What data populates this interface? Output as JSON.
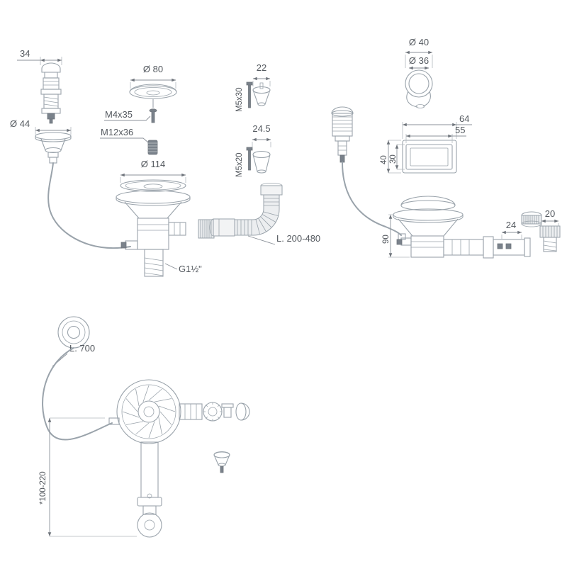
{
  "diagram": {
    "description": "Exploded technical drawing of kitchen sink basket strainer waste kit with overflow and pop-up cable control",
    "colors": {
      "line": "#9aa3ab",
      "dark_fill": "#7a828b",
      "dimension": "#8b9199",
      "text": "#54595f",
      "background": "#ffffff"
    },
    "labels": {
      "dim_34": "34",
      "dia_44": "Ø 44",
      "dia_80": "Ø 80",
      "screw_m4x35": "M4x35",
      "stud_m12x36": "M12x36",
      "dia_114": "Ø 114",
      "dim_22": "22",
      "screw_m5x30": "M5x30",
      "dim_24_5": "24.5",
      "screw_m5x20": "M5x20",
      "hose_length": "L. 200-480",
      "thread_g112": "G1½\"",
      "dia_40": "Ø 40",
      "dia_36": "Ø 36",
      "dim_64": "64",
      "dim_55": "55",
      "dim_40": "40",
      "dim_30": "30",
      "dim_90": "90",
      "dim_24": "24",
      "dim_20": "20",
      "cable_length": "L. 700",
      "height_range": "*100-220"
    }
  }
}
